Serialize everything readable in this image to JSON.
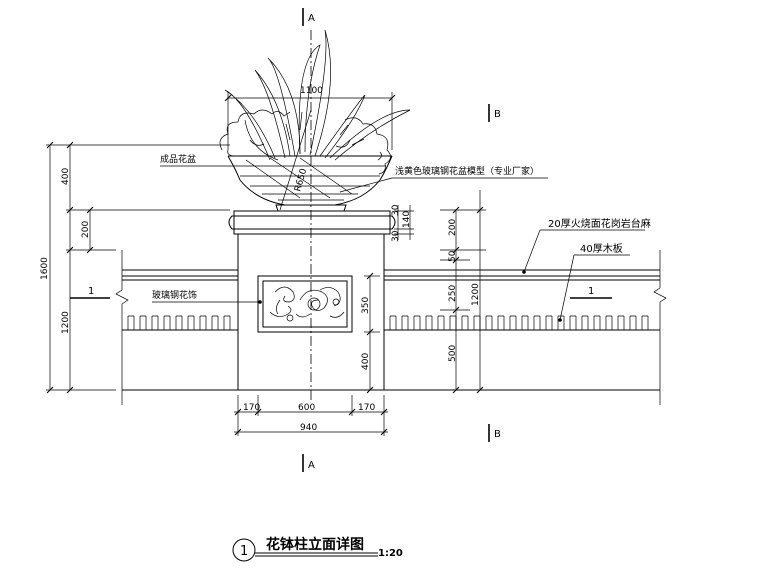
{
  "section_marks": {
    "a": "A",
    "b": "B"
  },
  "labels": {
    "finished_planter": "成品花盆",
    "grp_planter": "浅黄色玻璃钢花盆模型（专业厂家）",
    "granite_cap": "20厚火烧面花岗岩台麻",
    "wood_board": "40厚木板",
    "grp_ornament": "玻璃钢花饰",
    "section_1_left": "1",
    "section_1_right": "1"
  },
  "dims": {
    "d1100": "1100",
    "r650": "R650",
    "left_400": "400",
    "left_200": "200",
    "left_1600": "1600",
    "left_1200": "1200",
    "cap_30a": "30",
    "cap_140": "140",
    "cap_30b": "30",
    "mid_350": "350",
    "mid_400": "400",
    "r_200": "200",
    "r_50": "50",
    "r_250": "250",
    "r_500": "500",
    "r_1200": "1200",
    "b_170a": "170",
    "b_600": "600",
    "b_170b": "170",
    "b_940": "940"
  },
  "title": {
    "number": "1",
    "text": "花钵柱立面详图",
    "scale": "1:20"
  }
}
